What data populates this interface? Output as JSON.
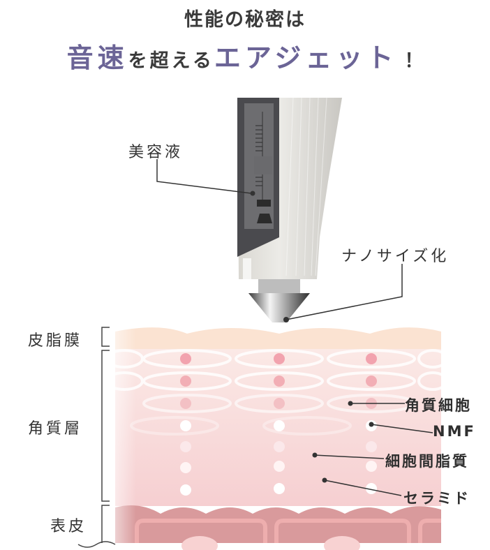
{
  "header": {
    "line1": "性能の秘密は",
    "line2_accent_1": "音速",
    "line2_plain": "を超える",
    "line2_accent_2": "エアジェット",
    "line2_exclaim": "！",
    "accent_color": "#6b6496"
  },
  "device_labels": {
    "serum": "美容液",
    "nano": "ナノサイズ化"
  },
  "layer_labels": {
    "sebum": "皮脂膜",
    "stratum_corneum": "角質層",
    "epidermis": "表皮"
  },
  "component_labels": {
    "corneocyte": "角質細胞",
    "nmf": "NMF",
    "intercellular_lipid": "細胞間脂質",
    "ceramide": "セラミド"
  },
  "colors": {
    "sebum_layer": "#fbe3d2",
    "stratum_layer": "#f8dcdc",
    "epidermis_layer": "#d99a9c",
    "device_body": "#e6e4df",
    "device_window": "#4a4a4e"
  }
}
